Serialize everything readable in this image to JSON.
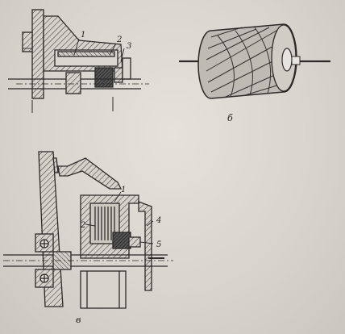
{
  "figure": {
    "top_left": {
      "callouts": [
        "1",
        "2",
        "3"
      ]
    },
    "top_right": {
      "caption": "б"
    },
    "bottom": {
      "caption": "в",
      "callouts": [
        "1",
        "2",
        "4",
        "5"
      ]
    }
  },
  "colors": {
    "ink": "#2b2a28",
    "paper": "#dcdad3",
    "hatch": "#4a4946"
  }
}
